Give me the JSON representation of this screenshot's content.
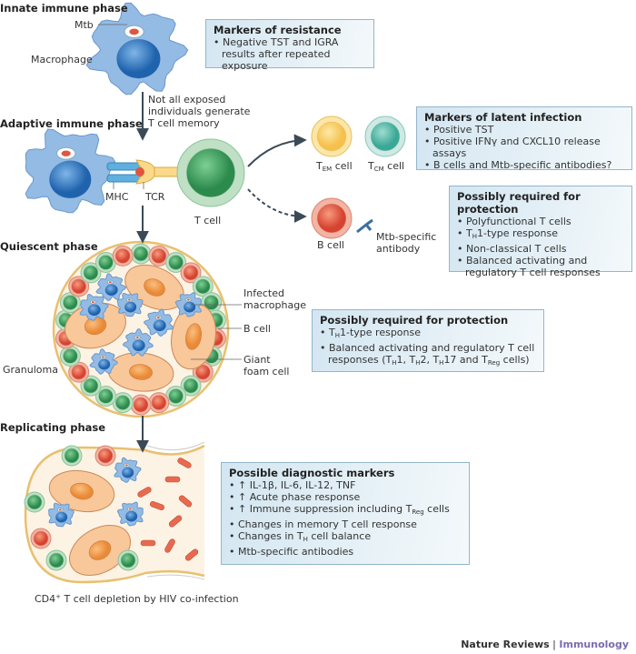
{
  "phases": {
    "innate": "Innate immune phase",
    "adaptive": "Adaptive immune phase",
    "quiescent": "Quiescent phase",
    "replicating": "Replicating phase"
  },
  "labels": {
    "mtb": "Mtb",
    "macrophage": "Macrophage",
    "transition_note": [
      "Not all exposed",
      "individuals generate",
      "T cell memory"
    ],
    "mhc": "MHC",
    "tcr": "TCR",
    "t_cell": "T cell",
    "tem_cell": [
      {
        "t": "T"
      },
      {
        "sub": "EM"
      },
      {
        "t": " cell"
      }
    ],
    "tcm_cell": [
      {
        "t": "T"
      },
      {
        "sub": "CM"
      },
      {
        "t": " cell"
      }
    ],
    "b_cell": "B cell",
    "mtb_antibody": [
      "Mtb-specific",
      "antibody"
    ],
    "infected_macrophage": [
      "Infected",
      "macrophage"
    ],
    "granuloma_b_cell": "B cell",
    "giant_foam_cell": [
      "Giant",
      "foam cell"
    ],
    "granuloma": "Granuloma",
    "hiv_caption": [
      {
        "t": "CD4"
      },
      {
        "sup": "+"
      },
      {
        "t": " T cell depletion by HIV co-infection"
      }
    ]
  },
  "boxes": {
    "resistance": {
      "title": "Markers of resistance",
      "items": [
        [
          {
            "t": "Negative TST and IGRA results after repeated exposure"
          }
        ]
      ]
    },
    "latent": {
      "title": "Markers of latent infection",
      "items": [
        [
          {
            "t": "Positive TST"
          }
        ],
        [
          {
            "t": "Positive IFNγ and CXCL10 release assays"
          }
        ],
        [
          {
            "t": "B cells and Mtb-specific antibodies?"
          }
        ]
      ]
    },
    "protection_adaptive": {
      "title": "Possibly required for protection",
      "items": [
        [
          {
            "t": "Polyfunctional T cells"
          }
        ],
        [
          {
            "t": "T"
          },
          {
            "sub": "H"
          },
          {
            "t": "1-type response"
          }
        ],
        [
          {
            "t": "Non-classical T cells"
          }
        ],
        [
          {
            "t": "Balanced activating and regulatory T cell responses"
          }
        ]
      ]
    },
    "protection_quiescent": {
      "title": "Possibly required for protection",
      "items": [
        [
          {
            "t": "T"
          },
          {
            "sub": "H"
          },
          {
            "t": "1-type response"
          }
        ],
        [
          {
            "t": "Balanced activating and regulatory T cell responses (T"
          },
          {
            "sub": "H"
          },
          {
            "t": "1, T"
          },
          {
            "sub": "H"
          },
          {
            "t": "2, T"
          },
          {
            "sub": "H"
          },
          {
            "t": "17 and T"
          },
          {
            "sub": "Reg"
          },
          {
            "t": " cells)"
          }
        ]
      ]
    },
    "diagnostic": {
      "title": "Possible diagnostic markers",
      "items": [
        [
          {
            "t": "↑ IL-1β, IL-6, IL-12, TNF"
          }
        ],
        [
          {
            "t": "↑ Acute phase response"
          }
        ],
        [
          {
            "t": "↑ Immune suppression including T"
          },
          {
            "sub": "Reg"
          },
          {
            "t": " cells"
          }
        ],
        [
          {
            "t": "Changes in memory T cell response"
          }
        ],
        [
          {
            "t": "Changes in T"
          },
          {
            "sub": "H"
          },
          {
            "t": " cell balance"
          }
        ],
        [
          {
            "t": "Mtb-specific antibodies"
          }
        ]
      ]
    }
  },
  "footer": {
    "journal": "Nature Reviews",
    "separator": " | ",
    "section": "Immunology"
  },
  "colors": {
    "macrophage": "#93bbe4",
    "macrophage_nucleus": "#2f78c4",
    "mtb": "#e0553f",
    "t_cell": "#3a9e5c",
    "tem": "#f9c860",
    "tcm": "#4fb5a5",
    "b_cell": "#e0553f",
    "foam_cell": "#f8c79a",
    "granuloma_border": "#e8c070",
    "box_fill": "#dcebf4",
    "arrow": "#3b4a57"
  }
}
